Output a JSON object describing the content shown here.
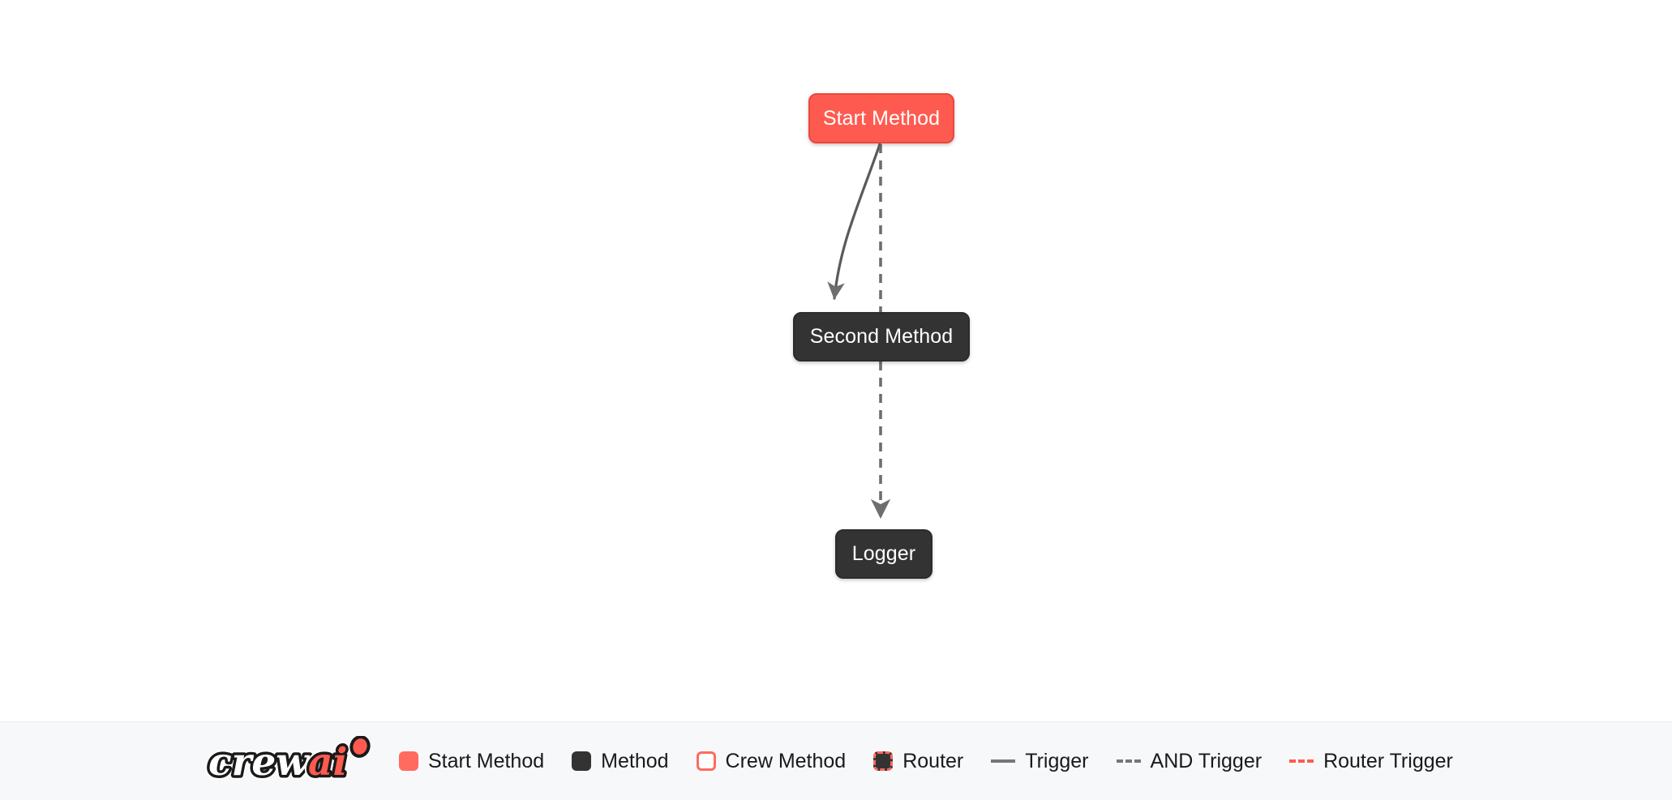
{
  "canvas": {
    "background": "#ffffff",
    "nodes": [
      {
        "id": "start",
        "label": "Start Method",
        "type": "start-method",
        "fill": "#FF5A50",
        "border": "#E8483E",
        "text_color": "#ffffff"
      },
      {
        "id": "second",
        "label": "Second Method",
        "type": "method",
        "fill": "#333333",
        "border": "#2b2b2b",
        "text_color": "#ffffff"
      },
      {
        "id": "logger",
        "label": "Logger",
        "type": "method",
        "fill": "#333333",
        "border": "#2b2b2b",
        "text_color": "#ffffff"
      }
    ],
    "edges": [
      {
        "id": "e1",
        "from": "start",
        "to": "second",
        "style": "trigger",
        "line": "solid",
        "color": "#5a5a5a",
        "arrow": true
      },
      {
        "id": "e2",
        "from": "start",
        "to": "second",
        "style": "and-trigger",
        "line": "dashed",
        "color": "#6e6e6e",
        "arrow": false
      },
      {
        "id": "e3",
        "from": "second",
        "to": "logger",
        "style": "and-trigger",
        "line": "dashed",
        "color": "#6e6e6e",
        "arrow": true
      }
    ]
  },
  "legend": {
    "logo": {
      "text_primary": "crew",
      "text_accent": "ai",
      "accent_color": "#FF5A50",
      "primary_color": "#ffffff",
      "outline_color": "#1a1a1a"
    },
    "items": [
      {
        "key": "start-method",
        "label": "Start Method",
        "marker": "swatch-filled",
        "color": "#FF6B5E"
      },
      {
        "key": "method",
        "label": "Method",
        "marker": "swatch-filled",
        "color": "#333333"
      },
      {
        "key": "crew-method",
        "label": "Crew Method",
        "marker": "swatch-outlined",
        "color": "#FF6B5E"
      },
      {
        "key": "router",
        "label": "Router",
        "marker": "swatch-dashed-border",
        "color": "#FF6B5E"
      },
      {
        "key": "trigger",
        "label": "Trigger",
        "marker": "line-solid",
        "color": "#777777"
      },
      {
        "key": "and-trigger",
        "label": "AND Trigger",
        "marker": "line-dashed",
        "color": "#777777"
      },
      {
        "key": "router-trigger",
        "label": "Router Trigger",
        "marker": "line-dashed",
        "color": "#FF5A50"
      }
    ]
  }
}
